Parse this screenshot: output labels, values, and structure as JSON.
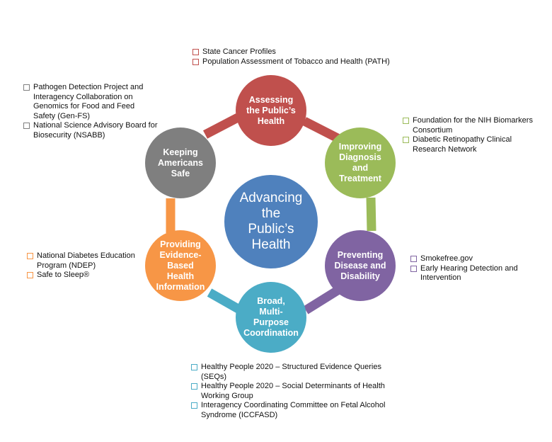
{
  "center": {
    "label": "Advancing\nthe\nPublic’s\nHealth",
    "color": "#4f81bd"
  },
  "nodes": [
    {
      "id": "assessing",
      "label": "Assessing\nthe Public’s\nHealth",
      "color": "#c0504d"
    },
    {
      "id": "improving",
      "label": "Improving\nDiagnosis\nand\nTreatment",
      "color": "#9bbb59"
    },
    {
      "id": "preventing",
      "label": "Preventing\nDisease and\nDisability",
      "color": "#8064a2"
    },
    {
      "id": "coordination",
      "label": "Broad,\nMulti-\nPurpose\nCoordination",
      "color": "#4bacc6"
    },
    {
      "id": "evidence",
      "label": "Providing\nEvidence-\nBased\nHealth\nInformation",
      "color": "#f79646"
    },
    {
      "id": "safe",
      "label": "Keeping\nAmericans\nSafe",
      "color": "#7f7f7f"
    }
  ],
  "lists": {
    "assessing": {
      "color": "#c0504d",
      "items": [
        "State Cancer Profiles",
        "Population Assessment of Tobacco and Health (PATH)"
      ]
    },
    "improving": {
      "color": "#9bbb59",
      "items": [
        "Foundation for the NIH Biomarkers Consortium",
        "Diabetic Retinopathy Clinical Research Network"
      ]
    },
    "preventing": {
      "color": "#8064a2",
      "items": [
        "Smokefree.gov",
        "Early Hearing Detection and Intervention"
      ]
    },
    "coordination": {
      "color": "#4bacc6",
      "items": [
        "Healthy People 2020 – Structured Evidence Queries (SEQs)",
        "Healthy People 2020 – Social Determinants of Health Working Group",
        "Interagency Coordinating Committee on Fetal Alcohol Syndrome (ICCFASD)"
      ]
    },
    "evidence": {
      "color": "#f79646",
      "items": [
        "National Diabetes Education Program (NDEP)",
        "Safe to Sleep®"
      ]
    },
    "safe": {
      "color": "#7f7f7f",
      "items": [
        "Pathogen Detection Project and Interagency Collaboration on Genomics for Food and Feed Safety (Gen-FS)",
        "National Science Advisory Board for Biosecurity (NSABB)"
      ]
    }
  }
}
